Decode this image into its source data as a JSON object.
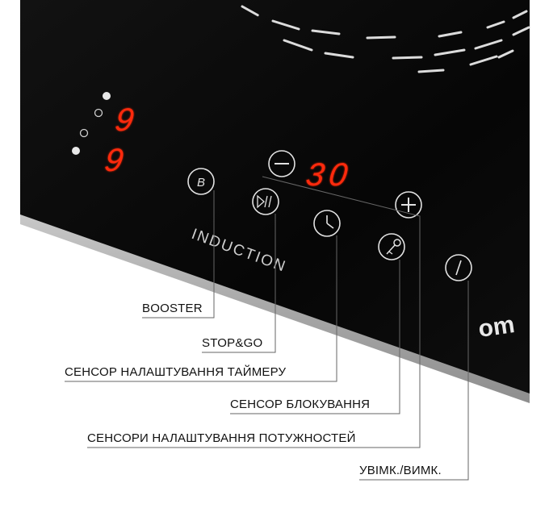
{
  "hob": {
    "brand_text": "INDUCTION",
    "logo_partial": "om",
    "zone_displays": [
      "9",
      "9"
    ],
    "timer_display": "30",
    "display_color": "#ff2a10"
  },
  "callouts": [
    {
      "id": "booster",
      "text": "BOOSTER"
    },
    {
      "id": "stop-go",
      "text": "STOP&GO"
    },
    {
      "id": "timer-sensor",
      "text": "СЕНСОР НАЛАШТУВАННЯ ТАЙМЕРУ"
    },
    {
      "id": "lock-sensor",
      "text": "СЕНСОР БЛОКУВАННЯ"
    },
    {
      "id": "power-sensors",
      "text": "СЕНСОРИ НАЛАШТУВАННЯ ПОТУЖНОСТЕЙ"
    },
    {
      "id": "on-off",
      "text": "УВІМК./ВИМК."
    }
  ]
}
